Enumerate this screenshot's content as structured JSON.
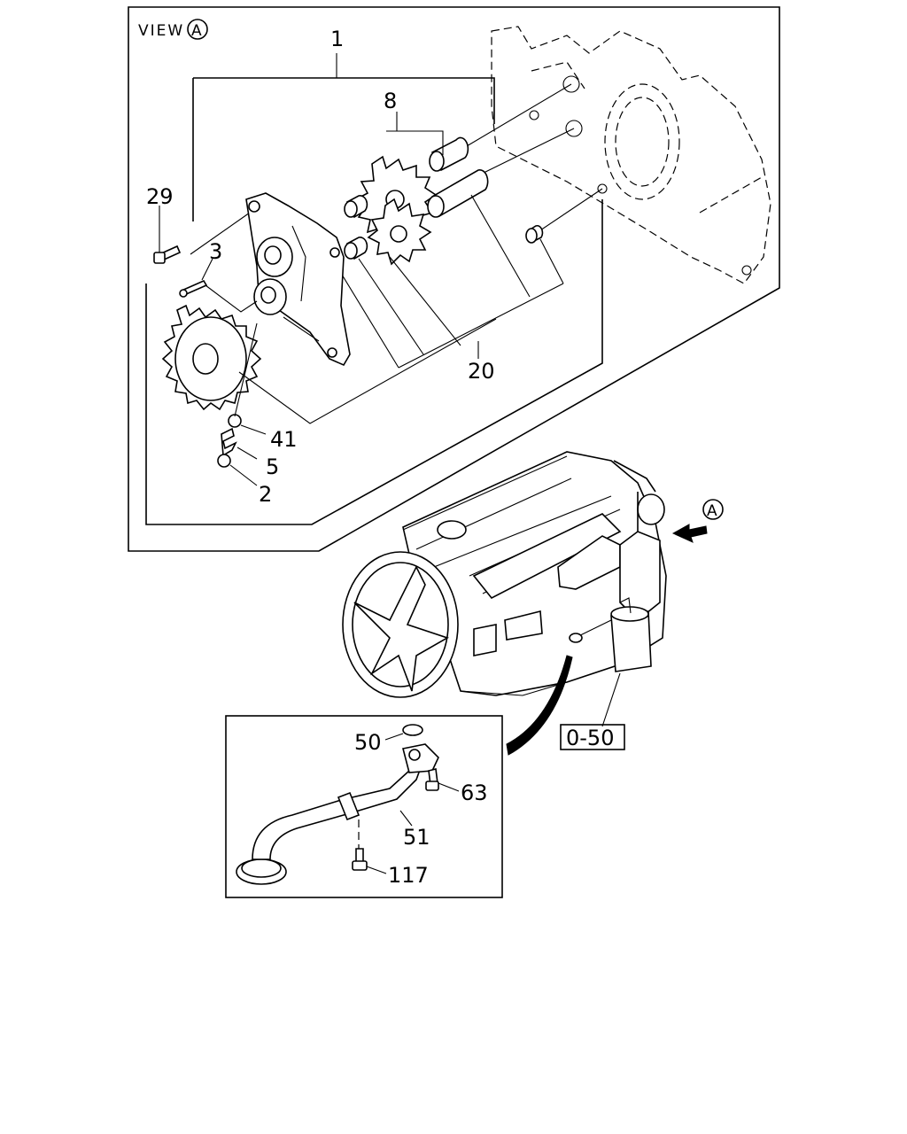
{
  "view_title": "VIEW",
  "view_marker": "A",
  "arrow_marker": "A",
  "labels": {
    "p1": "1",
    "p8": "8",
    "p29": "29",
    "p3": "3",
    "p20": "20",
    "p41": "41",
    "p5": "5",
    "p2": "2",
    "p50": "50",
    "p63": "63",
    "p51": "51",
    "p117": "117"
  },
  "reference_box": "0-50"
}
